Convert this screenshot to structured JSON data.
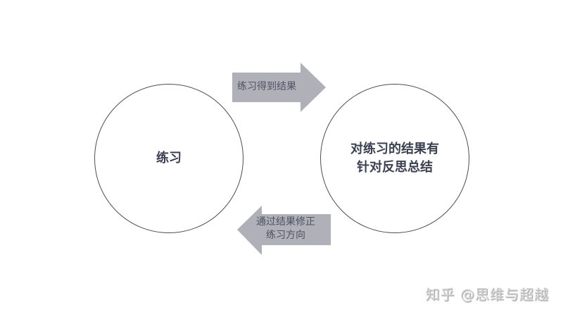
{
  "diagram": {
    "type": "cycle",
    "nodes": [
      {
        "id": "practice",
        "label": "练习"
      },
      {
        "id": "reflect",
        "label_line1": "对练习的结果有",
        "label_line2": "针对反思总结"
      }
    ],
    "edges": [
      {
        "from": "practice",
        "to": "reflect",
        "direction": "right",
        "label": "练习得到结果"
      },
      {
        "from": "reflect",
        "to": "practice",
        "direction": "left",
        "label_line1": "通过结果修正",
        "label_line2": "练习方向"
      }
    ]
  },
  "colors": {
    "arrow_fill": "#afb0b8",
    "circle_border": "#4a4e58",
    "circle_text": "#3b4150",
    "arrow_text": "#4e5362",
    "watermark": "#d6d6d6"
  },
  "watermark": "知乎 @思维与超越"
}
